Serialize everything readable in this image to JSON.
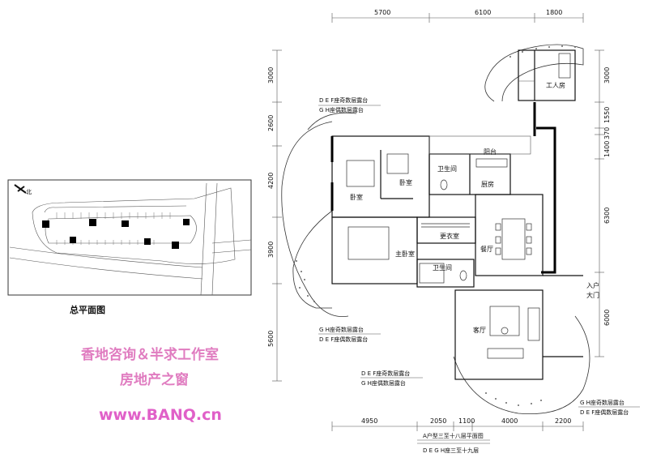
{
  "dimensions": {
    "top": [
      "5700",
      "6100",
      "1800"
    ],
    "bottom": [
      "4950",
      "2050",
      "1100",
      "4000",
      "2200"
    ],
    "left": [
      "3000",
      "2600",
      "4200",
      "3900",
      "5600"
    ],
    "right": [
      "3000",
      "1550",
      "370",
      "1400",
      "6300",
      "6000"
    ]
  },
  "rooms": {
    "worker": "工人房",
    "balcony": "阳台",
    "bath1": "卫生间",
    "bedroom1": "卧室",
    "bedroom2": "卧室",
    "kitchen": "厨房",
    "closet": "更衣室",
    "master": "主卧室",
    "bath2": "卫生间",
    "dining": "餐厅",
    "living": "客厅"
  },
  "entrance": {
    "line1": "入户",
    "line2": "大门"
  },
  "terrace_notes": {
    "top_1": "D E F座奇数层露台",
    "top_2": "G H座偶数层露台",
    "left_1": "G H座奇数层露台",
    "left_2": "D E F座偶数层露台",
    "bottom_1": "D E F座奇数层露台",
    "bottom_2": "G H座偶数层露台",
    "right_1": "G H座奇数层露台",
    "right_2": "D E F座偶数层露台"
  },
  "plan_title": {
    "line1": "A户型三至十八层平面图",
    "line2": "D E G H座三至十九层"
  },
  "site_plan": {
    "caption": "总平面图",
    "north_mark": "北"
  },
  "watermark": {
    "line1": "香地咨询＆半求工作室",
    "line2": "房地产之窗",
    "line3": "www.BANQ.cn"
  },
  "colors": {
    "watermark": "#e07cc0",
    "lines": "#111111"
  }
}
